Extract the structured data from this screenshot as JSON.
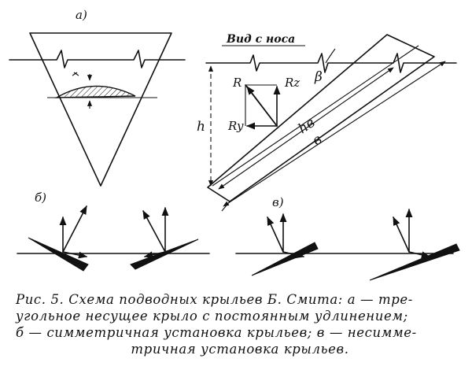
{
  "labels": {
    "panel_a": "а)",
    "panel_b": "б)",
    "panel_v": "в)",
    "view_from_nose": "Вид с носа",
    "R": "R",
    "Rz": "Rz",
    "Ry": "Ry",
    "h": "h",
    "beta": "β",
    "hv": "hв",
    "v": "в"
  },
  "caption": {
    "lines": [
      "Рис. 5. Схема подводных крыльев Б. Смита: а — тре-",
      "угольное несущее крыло с постоянным удлинением;",
      "б — симметричная установка крыльев; в — несимме-",
      "тричная установка крыльев."
    ]
  }
}
